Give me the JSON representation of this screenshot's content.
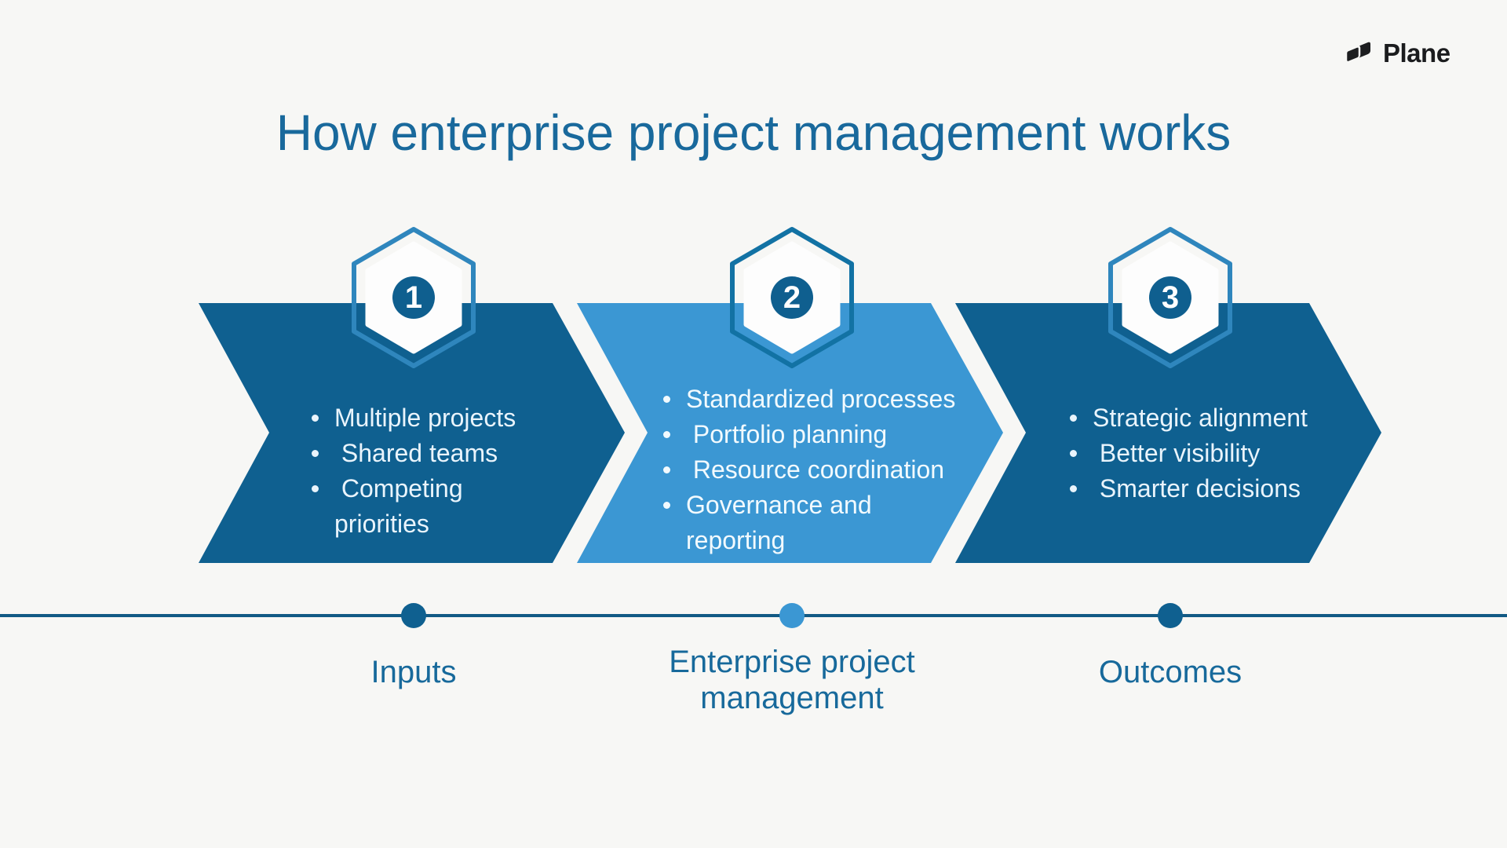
{
  "logo": {
    "brand": "Plane"
  },
  "title": "How enterprise project management works",
  "steps": [
    {
      "number": "1",
      "label": "Inputs",
      "items": [
        "Multiple projects",
        " Shared teams",
        " Competing\npriorities"
      ]
    },
    {
      "number": "2",
      "label": "Enterprise project\nmanagement",
      "items": [
        "Standardized processes",
        " Portfolio planning",
        " Resource coordination",
        "Governance and\nreporting"
      ]
    },
    {
      "number": "3",
      "label": "Outcomes",
      "items": [
        "Strategic alignment",
        " Better visibility",
        " Smarter decisions"
      ]
    }
  ],
  "colors": {
    "background": "#f7f7f5",
    "chevron_dark": "#0f6090",
    "chevron_light": "#3b97d3",
    "hex_stroke_on_dark": "#2f86bd",
    "hex_stroke_on_light": "#1272a4",
    "hex_fill": "#fdfdfd",
    "badge_circle": "#0f5f8f",
    "badge_number": "#ffffff",
    "bullet_text_on_dark": "#e9f4fc",
    "bullet_text_on_light": "#f2fafe",
    "timeline_line": "#125a85",
    "dot_dark": "#0f6090",
    "dot_light": "#3b97d3",
    "title_text": "#19699c",
    "label_text": "#17699b",
    "brand_text": "#1b1c1e"
  }
}
